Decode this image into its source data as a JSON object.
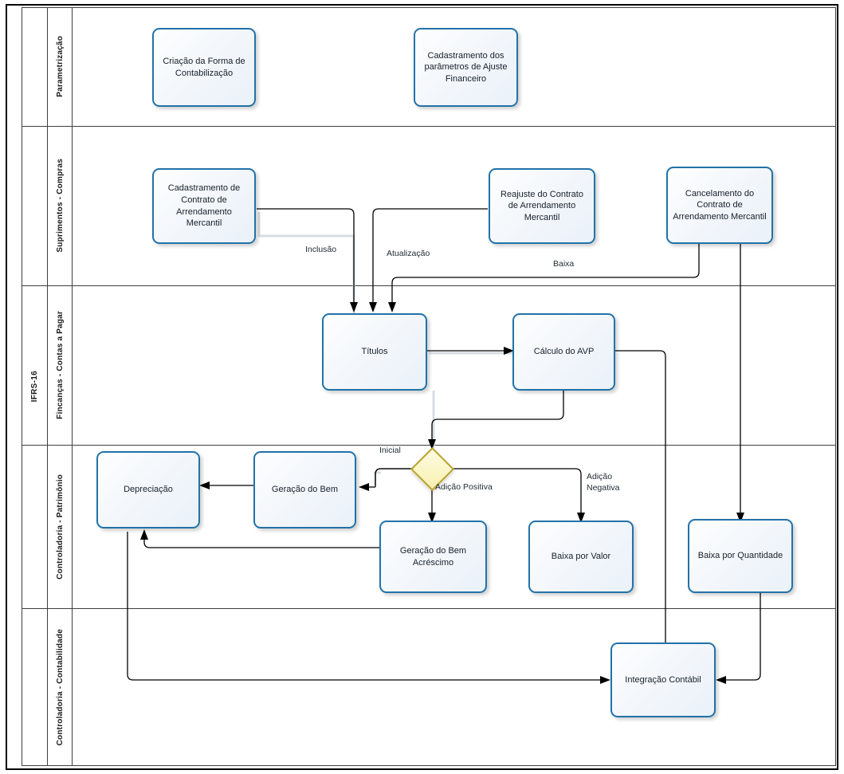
{
  "pool": {
    "title": "IFRS-16"
  },
  "lanes": [
    {
      "name": "lane-parametrizacao",
      "label": "Parametrização"
    },
    {
      "name": "lane-suprimentos-compras",
      "label": "Suprimentos - Compras"
    },
    {
      "name": "lane-financas-contas-a-pagar",
      "label": "Fincanças - Contas a Pagar"
    },
    {
      "name": "lane-controladoria-patrimonio",
      "label": "Controladoria - Patrimônio"
    },
    {
      "name": "lane-controladoria-contabilidade",
      "label": "Controladoria - Contabilidade"
    }
  ],
  "nodes": {
    "criacao_forma": "Criação da Forma de Contabilização",
    "cadastramento_parametros": "Cadastramento dos parâmetros de Ajuste Financeiro",
    "cadastramento_contrato": "Cadastramento de Contrato de Arrendamento Mercantil",
    "reajuste_contrato": "Reajuste do Contrato de Arrendamento Mercantil",
    "cancelamento_contrato": "Cancelamento do Contrato de Arrendamento Mercantil",
    "titulos": "Títulos",
    "calculo_avp": "Cálculo do AVP",
    "depreciacao": "Depreciação",
    "geracao_bem": "Geração do Bem",
    "geracao_bem_acrescimo": "Geração do Bem Acréscimo",
    "baixa_por_valor": "Baixa por Valor",
    "baixa_por_quantidade": "Baixa por Quantidade",
    "integracao_contabil": "Integração Contábil"
  },
  "gateway": {
    "label": ""
  },
  "edge_labels": {
    "inclusao": "Inclusão",
    "atualizacao": "Atualização",
    "baixa": "Baixa",
    "inicial": "Inicial",
    "adicao_positiva": "Adição Positiva",
    "adicao_negativa_l1": "Adição",
    "adicao_negativa_l2": "Negativa"
  },
  "colors": {
    "node_border": "#2272a8",
    "node_fill": "#f2f6fb",
    "gateway_border": "#b9a42a",
    "gateway_fill": "#fbf5c4",
    "grid_line": "#3f3f3f",
    "connector": "#000000"
  }
}
